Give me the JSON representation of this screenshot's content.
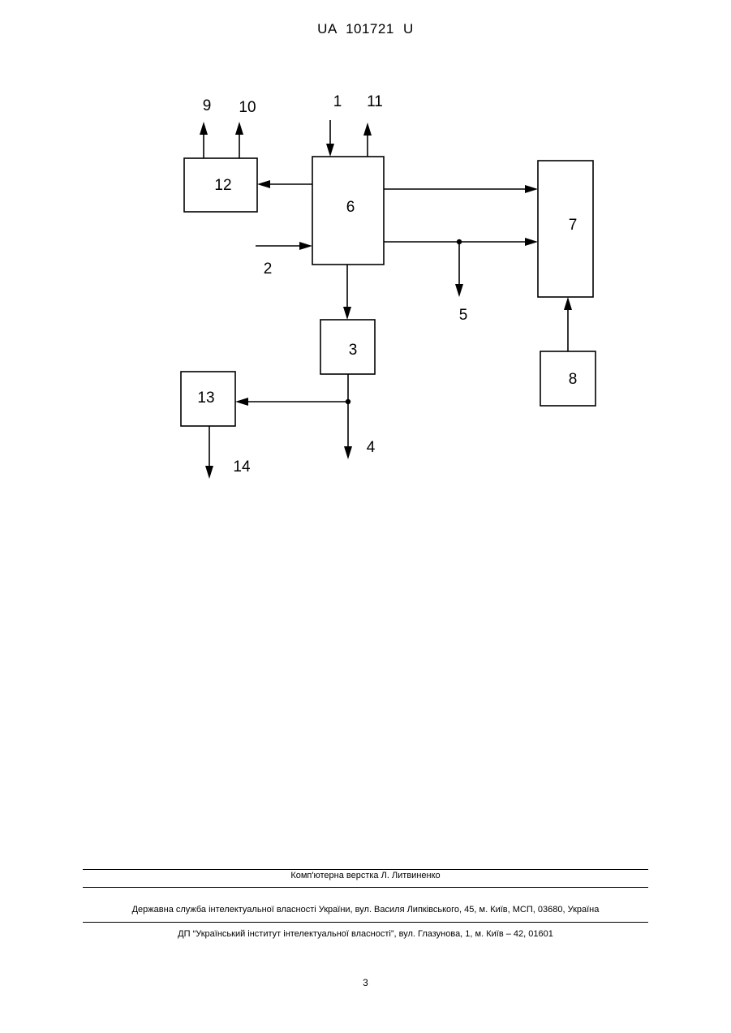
{
  "header": {
    "patent_number": "UA   101721   U"
  },
  "diagram": {
    "blocks": [
      {
        "id": "12",
        "label": "12"
      },
      {
        "id": "6",
        "label": "6"
      },
      {
        "id": "7",
        "label": "7"
      },
      {
        "id": "3",
        "label": "3"
      },
      {
        "id": "8",
        "label": "8"
      },
      {
        "id": "13",
        "label": "13"
      }
    ],
    "ports": [
      {
        "id": "9",
        "label": "9"
      },
      {
        "id": "10",
        "label": "10"
      },
      {
        "id": "1",
        "label": "1"
      },
      {
        "id": "11",
        "label": "11"
      },
      {
        "id": "2",
        "label": "2"
      },
      {
        "id": "5",
        "label": "5"
      },
      {
        "id": "4",
        "label": "4"
      },
      {
        "id": "14",
        "label": "14"
      }
    ]
  },
  "footer": {
    "layout_credit": "Комп'ютерна верстка Л. Литвиненко",
    "agency": "Державна служба інтелектуальної власності України, вул. Василя Липківського, 45, м. Київ, МСП, 03680, Україна",
    "institute": "ДП “Український інститут інтелектуальної власності”, вул. Глазунова, 1, м. Київ – 42, 01601"
  },
  "page_number": "3"
}
